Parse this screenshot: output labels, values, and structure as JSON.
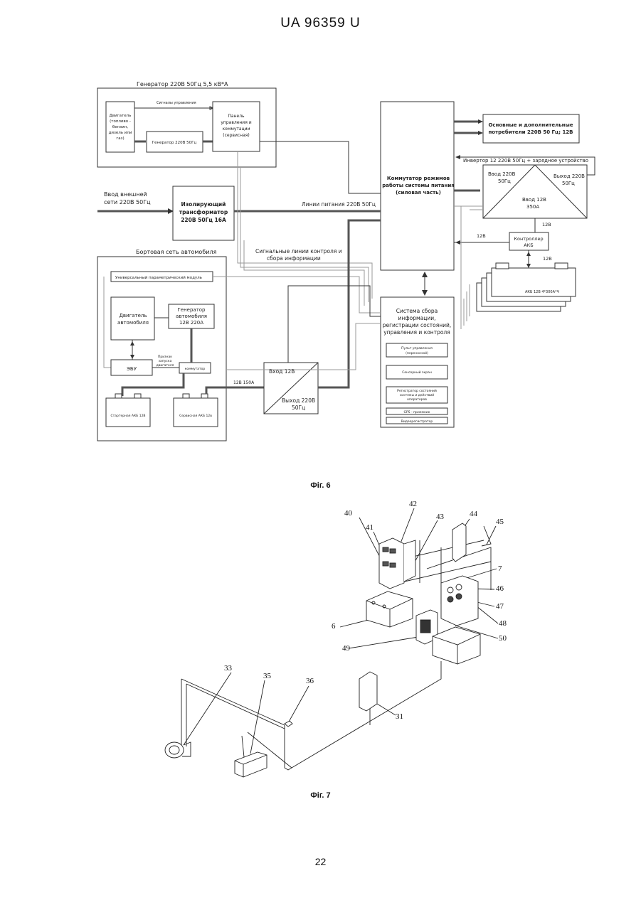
{
  "header": {
    "patent": "UA 96359 U"
  },
  "fig6": {
    "caption": "Фіг. 6",
    "generator_box": "Генератор 220В 50Гц 5,5 кВ*А",
    "signals_control": "Сигналы управления",
    "engine_fuel": [
      "Двигатель",
      "(топливо -",
      "бензин,",
      "дизель или",
      "газ)"
    ],
    "gen_220": "Генератор 220В 50Гц",
    "control_panel": [
      "Панель",
      "управления и",
      "коммутации",
      "(сервисная)"
    ],
    "ext_input": [
      "Ввод внешней",
      "сети 220В 50Гц"
    ],
    "isolating_transformer": [
      "Изолирующий",
      "трансформатор",
      "220В 50Гц 16А"
    ],
    "power_lines": "Линии питания 220В 50Гц",
    "signal_lines": [
      "Сигнальные линии контроля и",
      "сбора информации"
    ],
    "switch_block": [
      "Коммутатор режимов",
      "работы системы питания",
      "(силовая часть)"
    ],
    "consumers": [
      "Основные и дополнительные",
      "потребители 220В 50 Гц; 12В"
    ],
    "inverter_title": "Инвертор 12 220В 50Гц + зарядное устройство",
    "inv_in_220": [
      "Ввод 220В",
      "50Гц"
    ],
    "inv_out_220": [
      "Выход 220В",
      "50Гц"
    ],
    "inv_in_12": [
      "Ввод 12В",
      "350А"
    ],
    "label_12v_a": "12В",
    "label_12v_b": "12В",
    "label_12v_c": "12В",
    "battery_controller": [
      "Контроллер",
      "АКБ"
    ],
    "battery_bank": "АКБ 12В 4*300А*Ч",
    "onboard_net": "Бортовая сеть автомобиля",
    "universal_module": "Универсальный параметрический модуль",
    "vehicle_engine": [
      "Двигатель",
      "автомобиля"
    ],
    "vehicle_generator": [
      "Генератор",
      "автомобиля",
      "12В 220А"
    ],
    "ecu": "ЭБУ",
    "engine_start_signal": [
      "Признак",
      "запуска",
      "двигателя"
    ],
    "commutator": "коммутатор",
    "starter_battery": "Стартерная АКБ 12В",
    "service_battery": "Сервисная АКБ 12в",
    "line_12v_150a": "12В 150А",
    "dc_in": "Вход 12В",
    "dc_out": [
      "Выход 220В",
      "50Гц"
    ],
    "info_system": [
      "Система сбора",
      "информации,",
      "регистрации состояний,",
      "управления и контроля"
    ],
    "remote_panel": [
      "Пульт управления",
      "(переносной)"
    ],
    "touch_screen": "Сенсорный экран",
    "state_recorder": [
      "Регистратор состояний",
      "системы и действий",
      "операторов"
    ],
    "gps": "GPS - приемник",
    "video": "Видеорегистратор"
  },
  "fig7": {
    "caption": "Фіг. 7",
    "labels": [
      "40",
      "41",
      "42",
      "43",
      "44",
      "45",
      "7",
      "46",
      "47",
      "48",
      "50",
      "6",
      "49",
      "33",
      "35",
      "36",
      "31"
    ]
  },
  "footer": {
    "page": "22"
  }
}
